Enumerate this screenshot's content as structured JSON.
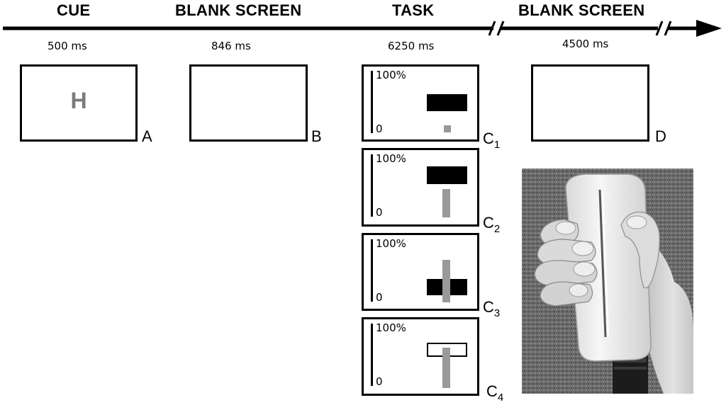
{
  "phases": [
    {
      "title": "CUE",
      "duration": "500 ms"
    },
    {
      "title": "BLANK SCREEN",
      "duration": "846 ms"
    },
    {
      "title": "TASK",
      "duration": "6250 ms"
    },
    {
      "title": "BLANK SCREEN",
      "duration": "4500 ms"
    }
  ],
  "cue_letter": "H",
  "frames": {
    "a": {
      "label": "A"
    },
    "b": {
      "label": "B"
    },
    "d": {
      "label": "D"
    }
  },
  "task_scale": {
    "top": "100%",
    "bottom": "0"
  },
  "task_frames": [
    {
      "letter": "C",
      "sub": "1"
    },
    {
      "letter": "C",
      "sub": "2"
    },
    {
      "letter": "C",
      "sub": "3"
    },
    {
      "letter": "C",
      "sub": "4"
    }
  ],
  "colors": {
    "target_bar": "#000000",
    "force_bar": "#999999",
    "cue_letter": "#7b7b7b"
  }
}
